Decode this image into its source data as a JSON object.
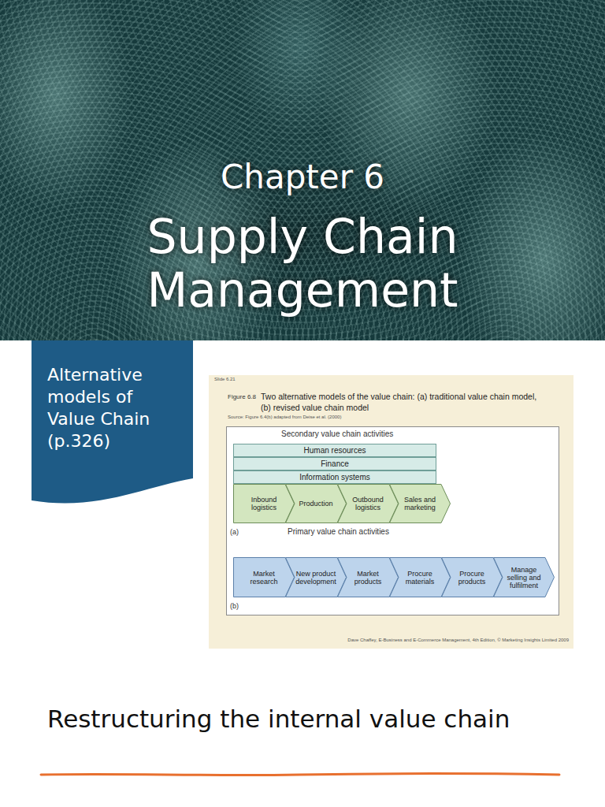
{
  "diagram": {
    "title": "Supply Chain Management",
    "nodes": [
      {
        "text": [
          "Alternative models of Value Chain (p.326)"
        ]
      },
      {
        "text": [
          "Human resources"
        ]
      },
      {
        "text": [
          "Finance"
        ]
      },
      {
        "text": [
          "Information systems"
        ]
      },
      {
        "text": [
          "Inbound logistics"
        ]
      },
      {
        "text": [
          "Production"
        ]
      },
      {
        "text": [
          "Outbound logistics"
        ]
      },
      {
        "text": [
          "Sales and marketing"
        ]
      },
      {
        "text": [
          "Market research"
        ]
      },
      {
        "text": [
          "New product development"
        ]
      },
      {
        "text": [
          "Market products"
        ]
      },
      {
        "text": [
          "Procure materials"
        ]
      },
      {
        "text": [
          "Procure products"
        ]
      },
      {
        "text": [
          "Manage selling and fulfilment"
        ]
      }
    ],
    "labels": [
      "Chapter 6",
      "Slide 6.21",
      "Figure 6.8",
      "Two alternative models of the value chain: (a) traditional value chain model, (b) revised value chain model",
      "Source: Figure 6.4(b) adapted from Deise et al. (2000)",
      "Secondary value chain activities",
      "(a)",
      "Primary value chain activities",
      "(b)",
      "Dave Chaffey, E-Business and E-Commerce Management, 4th Edition, © Marketing Insights Limited 2009",
      "Restructuring the internal value chain"
    ]
  }
}
